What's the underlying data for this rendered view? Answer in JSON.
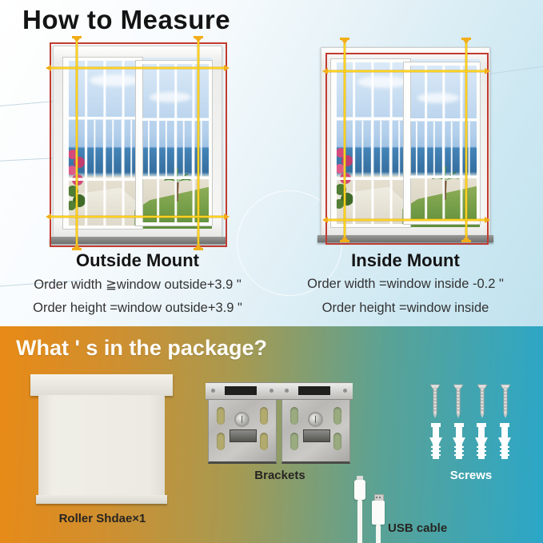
{
  "measure": {
    "title": "How to Measure",
    "outside": {
      "heading": "Outside Mount",
      "width_rule": "Order width ≧window outside+3.9 \"",
      "height_rule": "Order height =window outside+3.9 \""
    },
    "inside": {
      "heading": "Inside Mount",
      "width_rule": "Order width =window inside -0.2 \"",
      "height_rule": "Order height =window inside"
    }
  },
  "package": {
    "heading": "What ' s in the package?",
    "items": {
      "roller": "Roller Shdae×1",
      "brackets": "Brackets",
      "screws": "Screws",
      "usb": "USB cable"
    },
    "counts": {
      "brackets": 2,
      "screws": 4,
      "anchors": 4
    }
  },
  "colors": {
    "measure_box": "#c23b30",
    "measure_line": "#ffd21e",
    "band_gradient_left": "#e88a16",
    "band_gradient_right": "#2ba7c8",
    "top_background_right": "#c0e2ee"
  }
}
